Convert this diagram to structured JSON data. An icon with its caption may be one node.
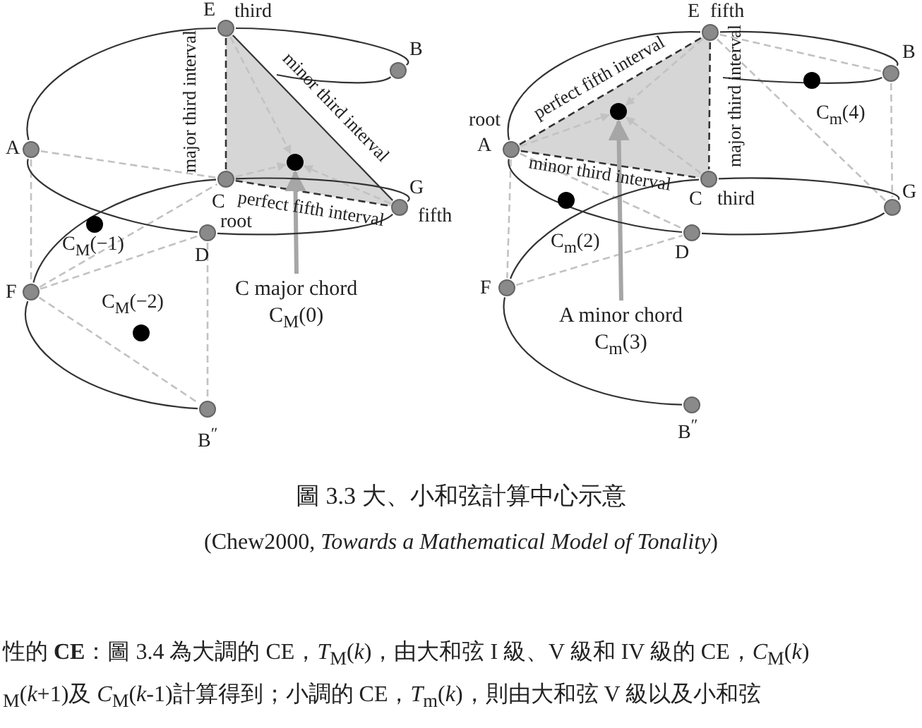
{
  "diagram": {
    "caption": "圖 3.3 大、小和弦計算中心示意",
    "nodes": [
      {
        "text": [],
        "shape": "circle",
        "beside": [
          "E",
          "third"
        ]
      },
      {
        "text": [],
        "shape": "circle",
        "beside": [
          "B"
        ]
      },
      {
        "text": [],
        "shape": "circle",
        "beside": [
          "A"
        ]
      },
      {
        "text": [],
        "shape": "circle",
        "beside": [
          "C",
          "root"
        ]
      },
      {
        "text": [],
        "shape": "circle",
        "beside": [
          "G",
          "fifth"
        ]
      },
      {
        "text": [],
        "shape": "circle",
        "beside": [
          "D"
        ]
      },
      {
        "text": [],
        "shape": "circle",
        "beside": [
          "F"
        ]
      },
      {
        "text": [],
        "shape": "circle",
        "beside": [
          "B$^{″}$"
        ]
      },
      {
        "text": [],
        "shape": "circle"
      },
      {
        "text": [],
        "shape": "circle",
        "beside": [
          "C$_{M}$(−1)"
        ]
      },
      {
        "text": [],
        "shape": "circle",
        "beside": [
          "C$_{M}$(−2)"
        ]
      },
      {
        "text": [
          "C major chord",
          "C$_{M}$(0)"
        ]
      },
      {
        "text": [],
        "shape": "circle",
        "beside": [
          "E",
          "fifth"
        ]
      },
      {
        "text": [],
        "shape": "circle",
        "beside": [
          "B"
        ]
      },
      {
        "text": [],
        "shape": "circle",
        "beside": [
          "root",
          "A"
        ]
      },
      {
        "text": [],
        "shape": "circle",
        "beside": [
          "C",
          "third"
        ]
      },
      {
        "text": [],
        "shape": "circle",
        "beside": [
          "G"
        ]
      },
      {
        "text": [],
        "shape": "circle",
        "beside": [
          "D"
        ]
      },
      {
        "text": [],
        "shape": "circle",
        "beside": [
          "F"
        ]
      },
      {
        "text": [],
        "shape": "circle",
        "beside": [
          "B$^{″}$"
        ]
      },
      {
        "text": [],
        "shape": "circle"
      },
      {
        "text": [],
        "shape": "circle",
        "beside": [
          "C$_{m}$(2)"
        ]
      },
      {
        "text": [],
        "shape": "circle",
        "beside": [
          "C$_{m}$(4)"
        ]
      },
      {
        "text": [
          "A minor chord",
          "C$_{m}$(3)"
        ]
      }
    ],
    "edges": [
      {
        "from": 0,
        "to": 3,
        "arrow": "none",
        "label": "major third interval",
        "style": "dashed"
      },
      {
        "from": 0,
        "to": 4,
        "arrow": "none",
        "label": "minor third interval"
      },
      {
        "from": 3,
        "to": 4,
        "arrow": "none",
        "label": "perfect fifth interval",
        "style": "dashed"
      },
      {
        "from": 0,
        "to": 8,
        "arrow": "to",
        "style": "dashed",
        "color": "#c2c2c2"
      },
      {
        "from": 3,
        "to": 8,
        "arrow": "to",
        "style": "dashed",
        "color": "#c2c2c2"
      },
      {
        "from": 4,
        "to": 8,
        "arrow": "to",
        "style": "dashed",
        "color": "#c2c2c2"
      },
      {
        "from": 2,
        "to": 3,
        "arrow": "none",
        "style": "dashed",
        "color": "#c2c2c2"
      },
      {
        "from": 2,
        "to": 6,
        "arrow": "none",
        "style": "dashed",
        "color": "#c2c2c2"
      },
      {
        "from": 6,
        "to": 3,
        "arrow": "none",
        "style": "dashed",
        "color": "#c2c2c2"
      },
      {
        "from": 6,
        "to": 5,
        "arrow": "none",
        "style": "dashed",
        "color": "#c2c2c2"
      },
      {
        "from": 6,
        "to": 7,
        "arrow": "none",
        "style": "dashed",
        "color": "#c2c2c2"
      },
      {
        "from": 5,
        "to": 7,
        "arrow": "none",
        "style": "dashed",
        "color": "#c2c2c2"
      },
      {
        "from": 11,
        "to": 8,
        "arrow": "to",
        "style": "thick",
        "color": "#a6a6a6"
      },
      {
        "from": 14,
        "to": 12,
        "arrow": "none",
        "label": "perfect fifth interval",
        "style": "dashed"
      },
      {
        "from": 12,
        "to": 15,
        "arrow": "none",
        "label": "major third interval",
        "style": "dashed"
      },
      {
        "from": 14,
        "to": 15,
        "arrow": "none",
        "label": "minor third interval",
        "style": "dashed"
      },
      {
        "from": 14,
        "to": 20,
        "arrow": "to",
        "style": "dashed",
        "color": "#c2c2c2"
      },
      {
        "from": 12,
        "to": 20,
        "arrow": "to",
        "style": "dashed",
        "color": "#c2c2c2"
      },
      {
        "from": 15,
        "to": 20,
        "arrow": "to",
        "style": "dashed",
        "color": "#c2c2c2"
      },
      {
        "from": 12,
        "to": 13,
        "arrow": "none",
        "style": "dashed",
        "color": "#c2c2c2"
      },
      {
        "from": 12,
        "to": 16,
        "arrow": "none",
        "style": "dashed",
        "color": "#c2c2c2"
      },
      {
        "from": 13,
        "to": 16,
        "arrow": "none",
        "style": "dashed",
        "color": "#c2c2c2"
      },
      {
        "from": 14,
        "to": 18,
        "arrow": "none",
        "style": "dashed",
        "color": "#c2c2c2"
      },
      {
        "from": 14,
        "to": 17,
        "arrow": "none",
        "style": "dashed",
        "color": "#c2c2c2"
      },
      {
        "from": 18,
        "to": 17,
        "arrow": "none",
        "style": "dashed",
        "color": "#c2c2c2"
      },
      {
        "from": 23,
        "to": 20,
        "arrow": "to",
        "style": "thick",
        "color": "#a6a6a6"
      },
      {
        "from": 7,
        "to": 6,
        "arrow": "none"
      },
      {
        "from": 6,
        "to": 3,
        "arrow": "none"
      },
      {
        "from": 3,
        "to": 4,
        "arrow": "none"
      },
      {
        "from": 4,
        "to": 5,
        "arrow": "none"
      },
      {
        "from": 5,
        "to": 2,
        "arrow": "none"
      },
      {
        "from": 2,
        "to": 0,
        "arrow": "none"
      },
      {
        "from": 0,
        "to": 1,
        "arrow": "none"
      },
      {
        "from": 1,
        "to": null,
        "arrow": "none"
      },
      {
        "from": 19,
        "to": 18,
        "arrow": "none"
      },
      {
        "from": 18,
        "to": 15,
        "arrow": "none"
      },
      {
        "from": 15,
        "to": 16,
        "arrow": "none"
      },
      {
        "from": 16,
        "to": 17,
        "arrow": "none"
      },
      {
        "from": 17,
        "to": 14,
        "arrow": "none"
      },
      {
        "from": 14,
        "to": 12,
        "arrow": "none"
      },
      {
        "from": 12,
        "to": 13,
        "arrow": "none"
      },
      {
        "from": 13,
        "to": null,
        "arrow": "none"
      }
    ],
    "labels": [
      "(Chew2000, *Towards a Mathematical Model of Tonality*)",
      "性的 **CE**：圖 3.4 為大調的 CE，*T*$_{M}$(*k*)，由大和弦 I 級、V 級和 IV 級的 CE，*C*$_{M}$(*k*)",
      "$_{M}$(*k*+1)及 *C*$_{M}$(*k*-1)計算得到；小調的 CE，*T*$_{m}$(*k*)，則由大和弦 V 級以及小和弦"
    ]
  }
}
